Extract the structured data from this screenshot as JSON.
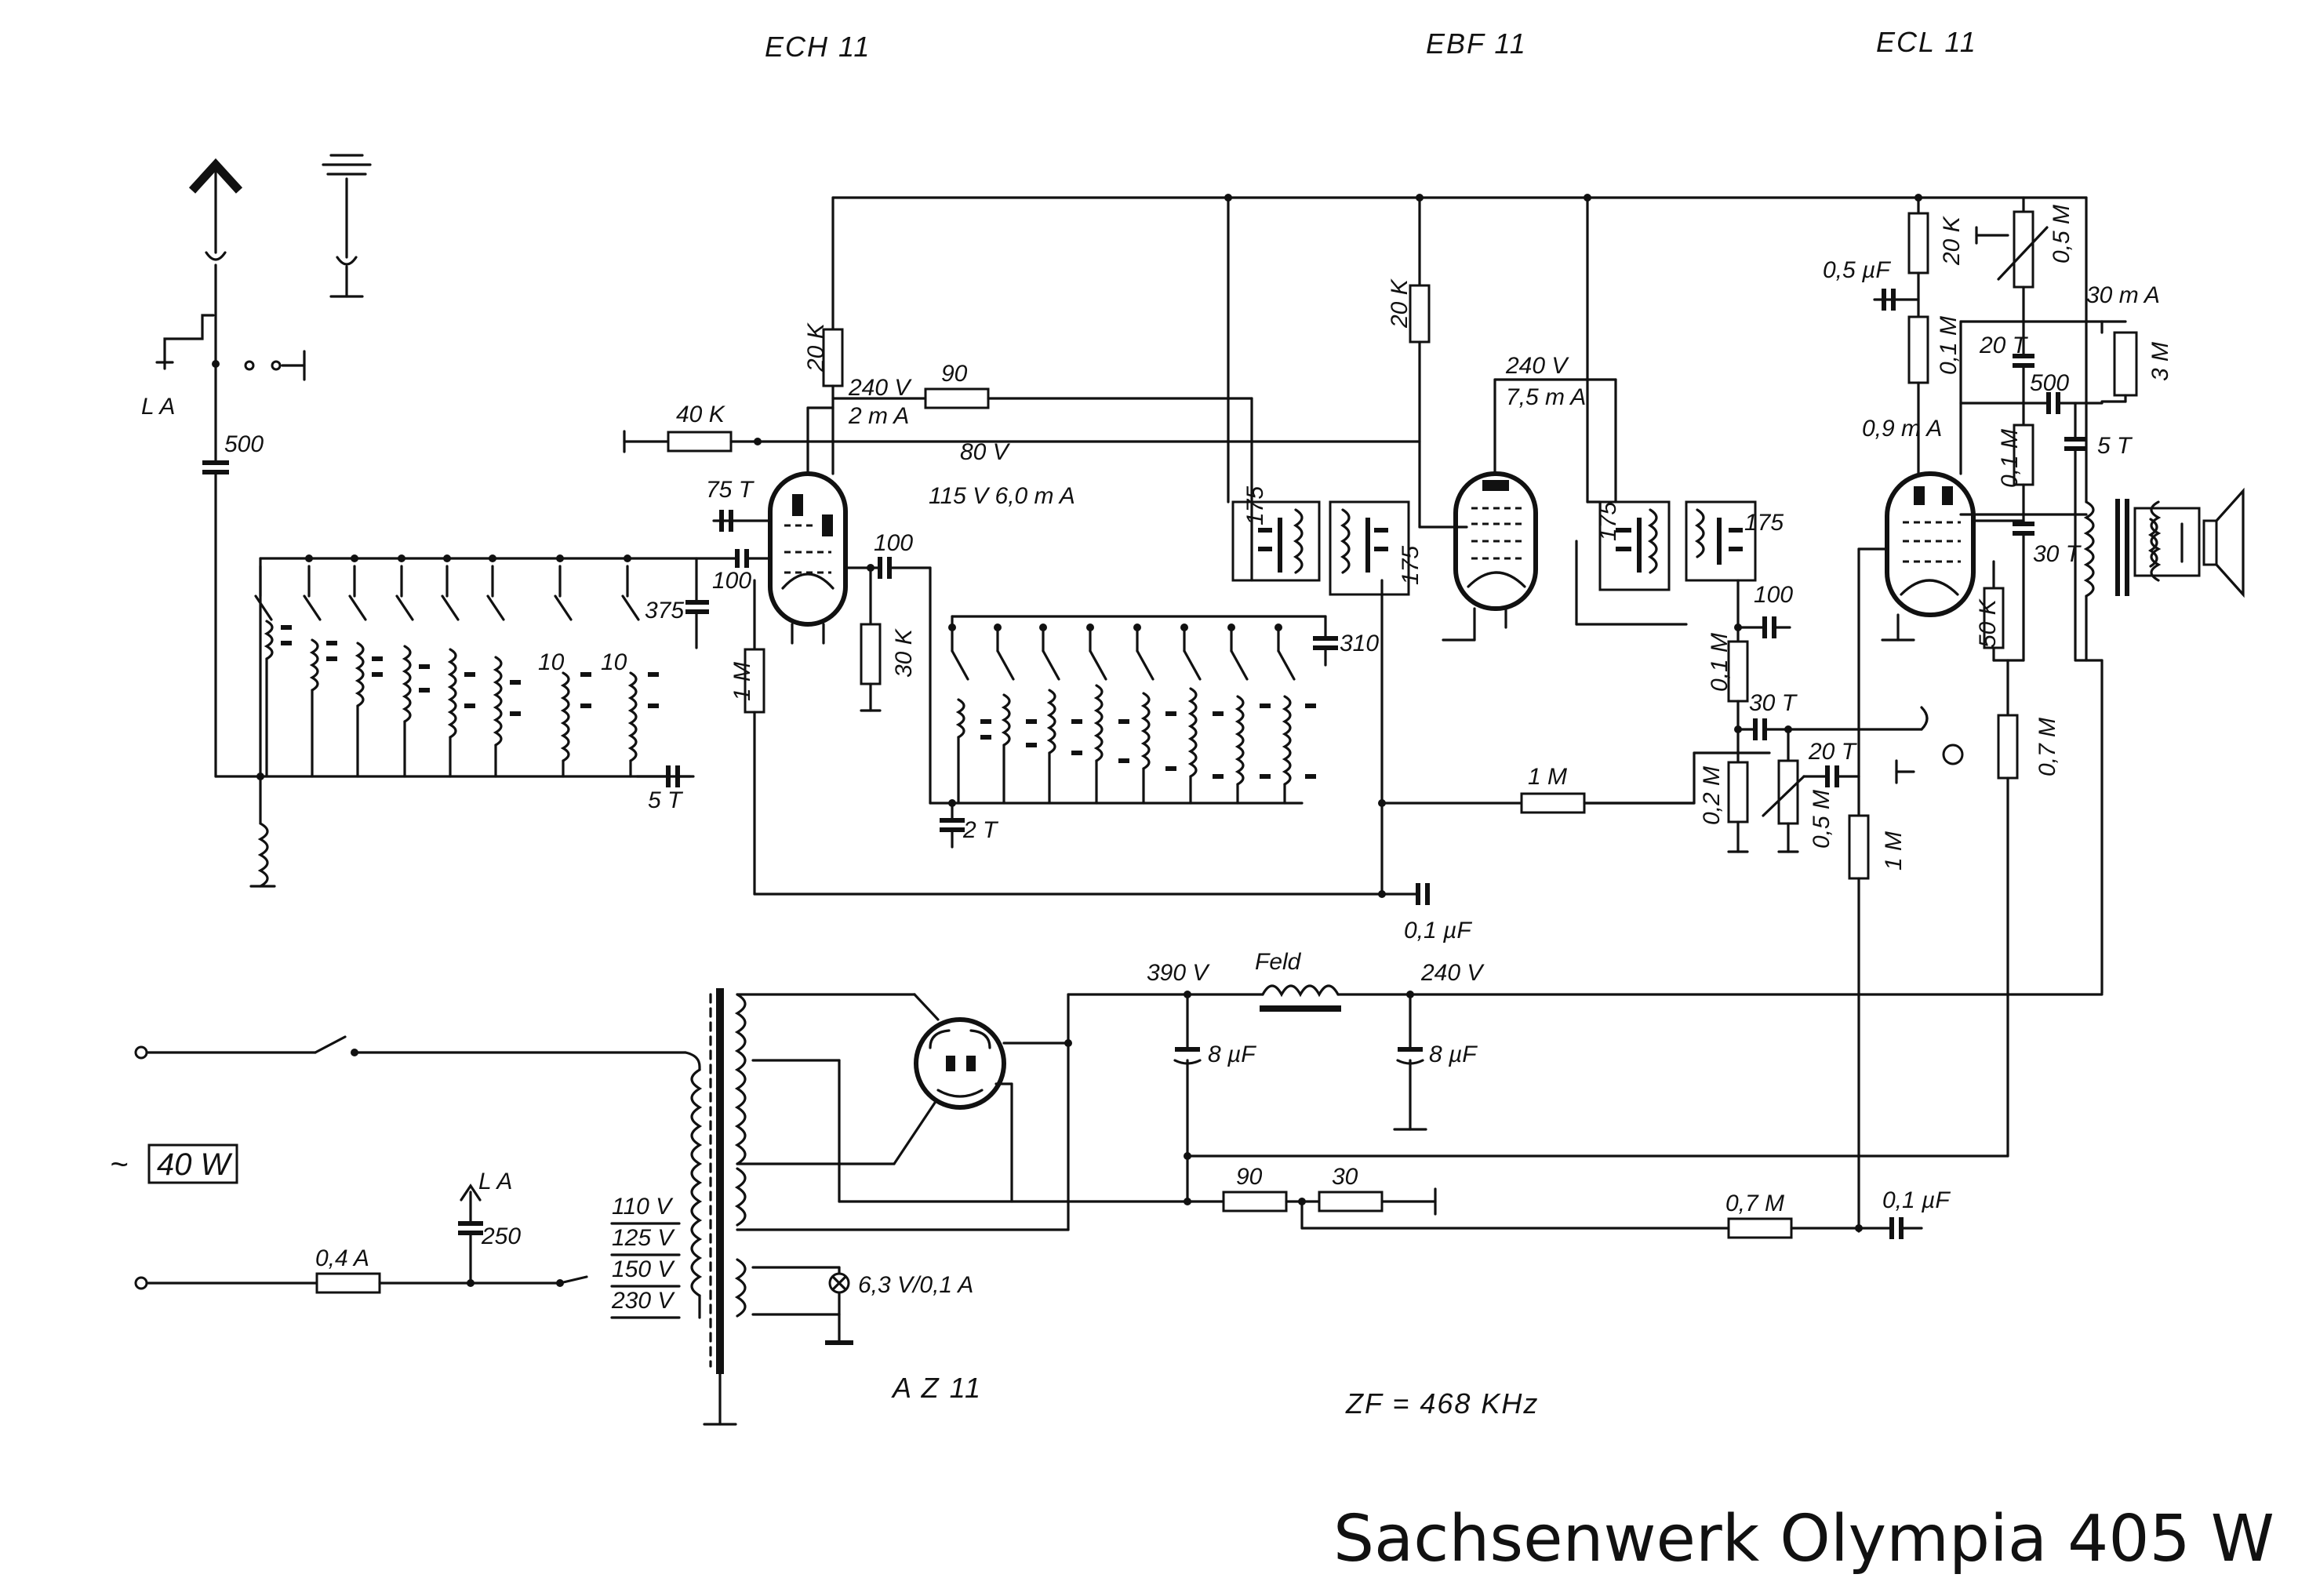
{
  "tubes": {
    "ech11": "ECH 11",
    "ebf11": "EBF 11",
    "ecl11": "ECL 11",
    "az11": "A Z 11"
  },
  "title": "Sachsenwerk Olympia 405 W",
  "zf": "ZF = 468 KHz",
  "power": "40 W",
  "antenna_la": "L A",
  "mains_la": "L A",
  "voltages": {
    "v240_ech": "240 V",
    "ma2": "2 m A",
    "v80": "80 V",
    "v115": "115 V  6,0 m A",
    "v240_ebf": "240 V",
    "ma75": "7,5 m A",
    "ma30": "30 m A",
    "ma09": "0,9 m A",
    "v390": "390 V",
    "v240_feld": "240 V",
    "feld": "Feld"
  },
  "mains_taps": [
    "110 V",
    "125 V",
    "150 V",
    "230 V"
  ],
  "components": {
    "c500_ant": "500",
    "r40k": "40 K",
    "r20k_ech": "20 K",
    "r90_top": "90",
    "c75t": "75 T",
    "c100_a": "100",
    "c100_b": "100",
    "c375": "375",
    "r1m_ech": "1 M",
    "r30k": "30 K",
    "c5t_osc": "5 T",
    "c10_a": "10",
    "c10_b": "10",
    "c2t": "2 T",
    "c310": "310",
    "if175_a": "175",
    "if175_b": "175",
    "if175_c": "175",
    "if175_d": "175",
    "r20k_ebf": "20 K",
    "c100_det": "100",
    "r01m_det": "0,1 M",
    "c30t_det": "30 T",
    "r02m": "0,2 M",
    "p05m_vol": "0,5 M",
    "c20t_grid": "20 T",
    "r1m_grid": "1 M",
    "r1m_agc": "1 M",
    "c01uf_agc": "0,1 µF",
    "c05uf": "0,5 µF",
    "r20k_ecl": "20 K",
    "p05m_tone": "0,5 M",
    "r01m_a": "0,1 M",
    "c20t_ecl": "20 T",
    "c500_ecl": "500",
    "r3m": "3 M",
    "c5t_out": "5 T",
    "r01m_b": "0,1 M",
    "c30t_ecl": "30 T",
    "r50k": "50 K",
    "r07m_v": "0,7 M",
    "c8uf_a": "8 µF",
    "c8uf_b": "8 µF",
    "r90_bias": "90",
    "r30_bias": "30",
    "r07m_h": "0,7 M",
    "c01uf_fb": "0,1 µF",
    "fuse": "0,4 A",
    "c250": "250",
    "lamp": "6,3 V/0,1 A"
  }
}
